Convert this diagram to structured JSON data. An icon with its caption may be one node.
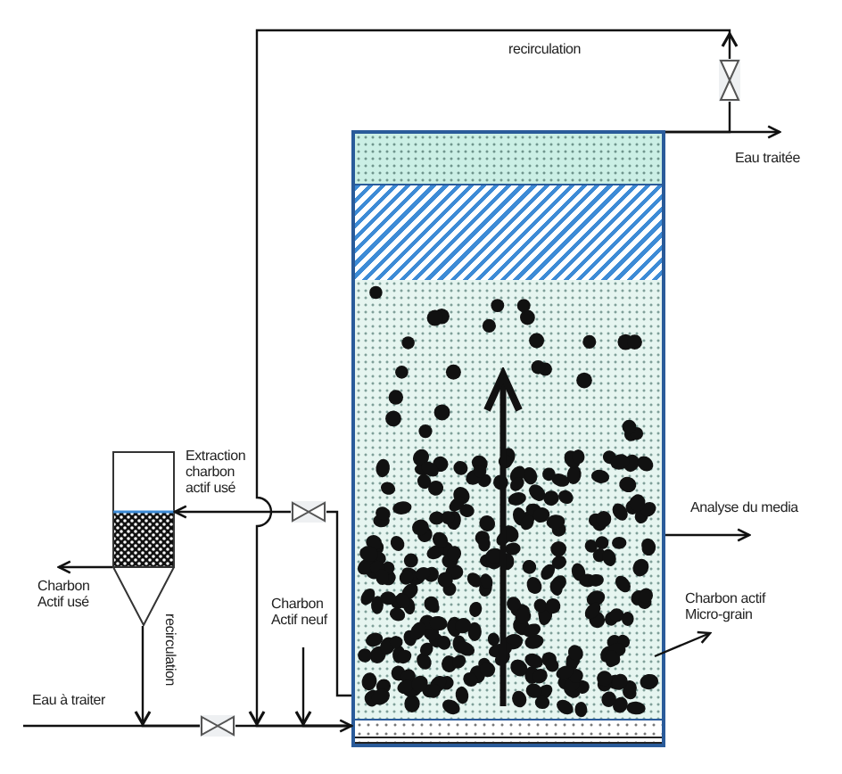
{
  "diagram": {
    "nodes": [
      {
        "text": [],
        "shape": "box"
      },
      {
        "text": [],
        "shape": "box",
        "in": 0
      },
      {
        "text": [],
        "shape": "box",
        "in": 0
      },
      {
        "text": [],
        "shape": "box",
        "in": 0
      },
      {
        "text": [],
        "shape": "box",
        "in": 0
      },
      {
        "text": [],
        "shape": "valve"
      },
      {
        "text": [
          "Eau traitée"
        ]
      },
      {
        "text": [],
        "shape": "hopper"
      },
      {
        "text": [],
        "shape": "valve"
      },
      {
        "text": [
          "Charbon Actif usé"
        ]
      },
      {
        "text": [
          "Charbon Actif neuf"
        ]
      },
      {
        "text": [
          "Analyse du media"
        ]
      },
      {
        "text": [
          "Charbon actif Micro-grain"
        ]
      },
      {
        "text": [
          "Eau à traiter"
        ]
      },
      {
        "text": [],
        "shape": "valve"
      }
    ],
    "edges": [
      {
        "from": 13,
        "to": 14,
        "arrow": "none"
      },
      {
        "from": 14,
        "to": 0,
        "arrow": "to"
      },
      {
        "from": 0,
        "to": 6,
        "arrow": "to"
      },
      {
        "from": 0,
        "to": 5,
        "arrow": "none"
      },
      {
        "from": 5,
        "to": 0,
        "arrow": "to",
        "label": "recirculation"
      },
      {
        "from": 0,
        "to": 8,
        "arrow": "none"
      },
      {
        "from": 8,
        "to": 7,
        "arrow": "to",
        "label": "Extraction charbon actif usé"
      },
      {
        "from": 7,
        "to": 9,
        "arrow": "to"
      },
      {
        "from": 7,
        "to": 14,
        "arrow": "to",
        "label": "recirculation"
      },
      {
        "from": 10,
        "to": 0,
        "arrow": "to"
      },
      {
        "from": 0,
        "to": 11,
        "arrow": "to"
      },
      {
        "from": 3,
        "to": 12,
        "arrow": "to"
      }
    ]
  }
}
